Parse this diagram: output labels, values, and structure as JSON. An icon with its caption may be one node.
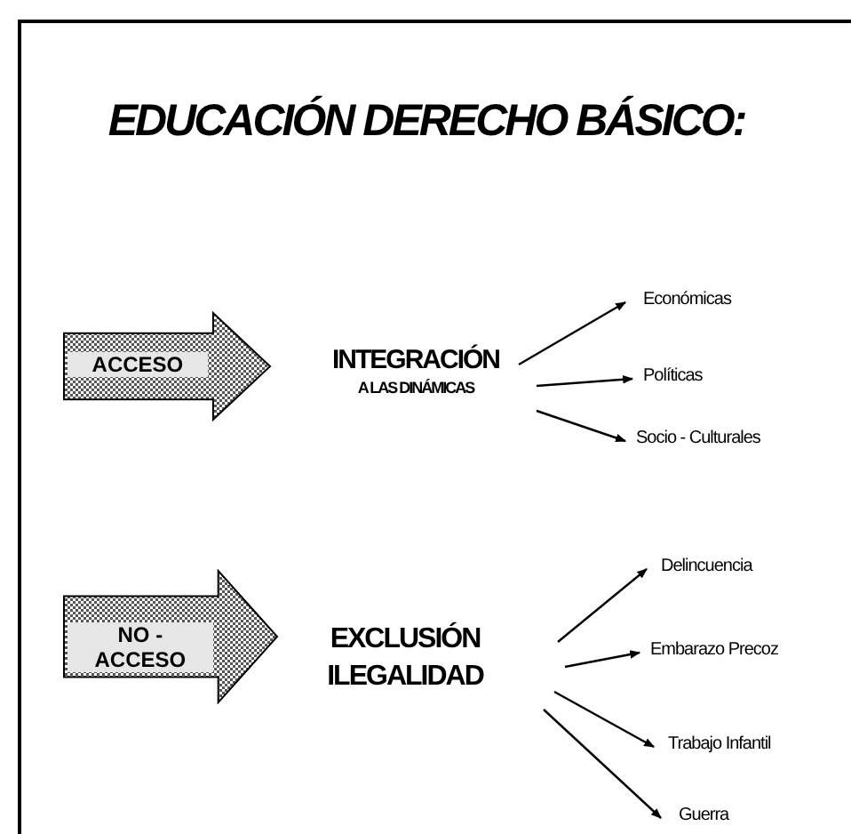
{
  "diagram": {
    "title": "EDUCACIÓN DERECHO BÁSICO:",
    "nodes": [
      {
        "text": [
          "ACCESO"
        ]
      },
      {
        "text": [
          "INTEGRACIÓN",
          "A LAS DINÁMICAS"
        ]
      },
      {
        "text": [
          "Económicas"
        ]
      },
      {
        "text": [
          "Políticas"
        ]
      },
      {
        "text": [
          "Socio - Culturales"
        ]
      },
      {
        "text": [
          "NO - ACCESO"
        ]
      },
      {
        "text": [
          "EXCLUSIÓN",
          "ILEGALIDAD"
        ]
      },
      {
        "text": [
          "Delincuencia"
        ]
      },
      {
        "text": [
          "Embarazo Precoz"
        ]
      },
      {
        "text": [
          "Trabajo Infantil"
        ]
      },
      {
        "text": [
          "Guerra"
        ]
      }
    ],
    "edges": [
      {
        "from": 1,
        "to": 2,
        "arrow": "to"
      },
      {
        "from": 1,
        "to": 3,
        "arrow": "to"
      },
      {
        "from": 1,
        "to": 4,
        "arrow": "to"
      },
      {
        "from": 6,
        "to": 7,
        "arrow": "to"
      },
      {
        "from": 6,
        "to": 8,
        "arrow": "to"
      },
      {
        "from": 6,
        "to": 9,
        "arrow": "to"
      },
      {
        "from": 6,
        "to": 10,
        "arrow": "to"
      }
    ]
  }
}
